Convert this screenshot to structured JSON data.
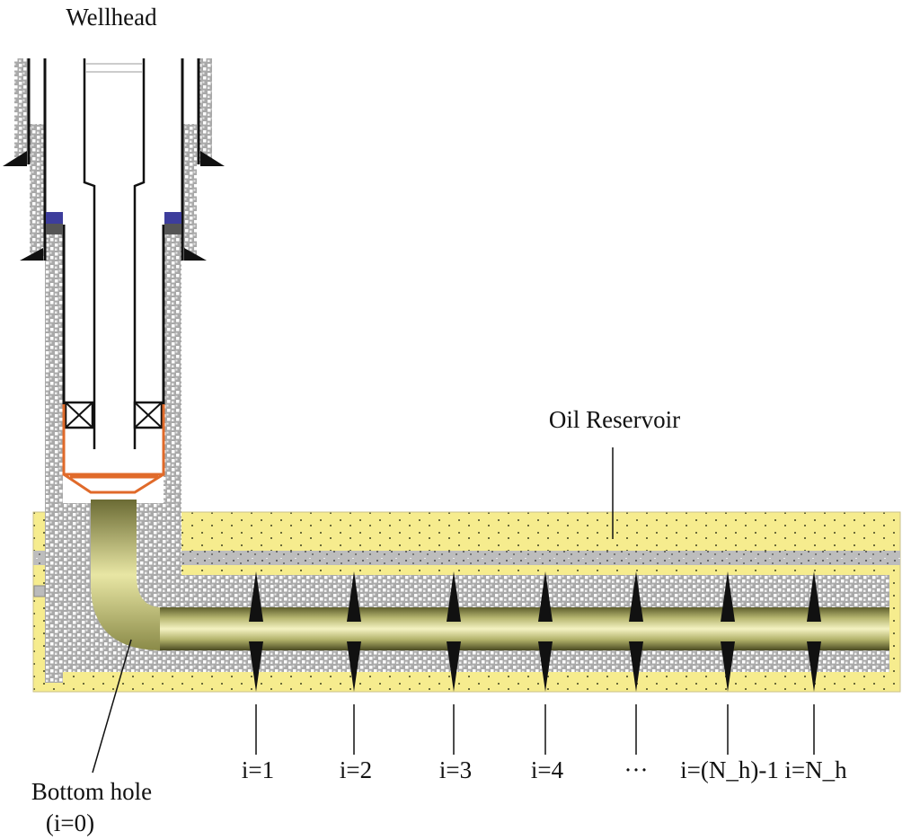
{
  "title": "Wellhead",
  "labels": {
    "wellhead": "Wellhead",
    "reservoir": "Oil Reservoir",
    "bottom_hole_line1": "Bottom hole",
    "bottom_hole_line2": "(i=0)"
  },
  "segments": [
    {
      "label": "i=1"
    },
    {
      "label": "i=2"
    },
    {
      "label": "i=3"
    },
    {
      "label": "i=4"
    },
    {
      "label": "···"
    },
    {
      "label": "i=(N_h)-1"
    },
    {
      "label": "i=N_h"
    }
  ],
  "colors": {
    "reservoir_fill": "#f5eb8c",
    "cement_gray": "#a8a8a8",
    "packer_orange": "#e06a2a",
    "pipe_olive": "#9a9a4a",
    "valve_blue": "#3a3a9a",
    "perforation_black": "#111111"
  }
}
